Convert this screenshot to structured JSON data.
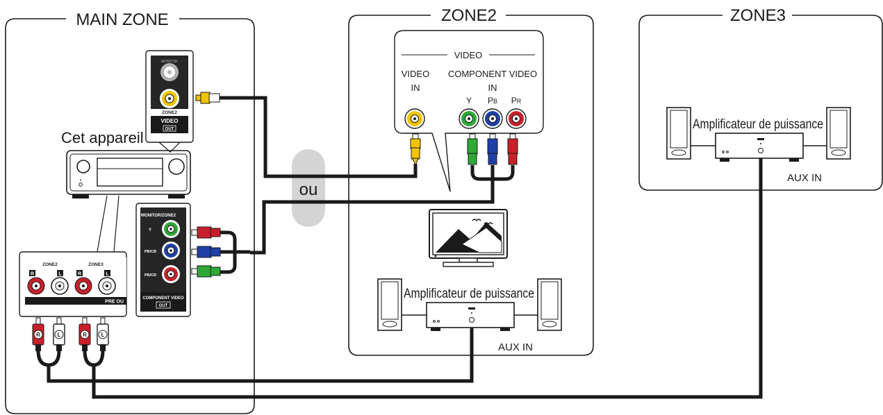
{
  "zones": {
    "main": "MAIN ZONE",
    "zone2": "ZONE2",
    "zone3": "ZONE3"
  },
  "device": {
    "name": "Cet appareil",
    "video_out_panel": {
      "monitor": "MONITOR",
      "zone2": "ZONE2",
      "video": "VIDEO",
      "out": "OUT"
    },
    "component_panel": {
      "title": "MONITOR/ZONE2",
      "y": "Y",
      "pb": "PB/CB",
      "pr": "PR/CR",
      "footer": "COMPONENT VIDEO",
      "out": "OUT"
    },
    "preout_panel": {
      "zone2": "ZONE2",
      "zone3": "ZONE3",
      "r": "R",
      "l": "L",
      "footer": "PRE OU"
    }
  },
  "plugs": {
    "r": "R",
    "l": "L"
  },
  "or_label": "ou",
  "tv_inputs": {
    "header": "VIDEO",
    "video_in": [
      "VIDEO",
      "IN"
    ],
    "component": [
      "COMPONENT VIDEO",
      "IN"
    ],
    "y": "Y",
    "pb_main": "P",
    "pb_sub": "B",
    "pr_main": "P",
    "pr_sub": "R"
  },
  "amplifier_zone2": {
    "label": "Amplificateur de puissance",
    "input": "AUX IN"
  },
  "amplifier_zone3": {
    "label": "Amplificateur de puissance",
    "input": "AUX IN"
  },
  "colors": {
    "yellow": "#f2c400",
    "green": "#2ea836",
    "blue": "#1f3fa8",
    "red": "#c8202a",
    "cable": "#1a1a1a",
    "or_pill": "#d4d4d4"
  }
}
